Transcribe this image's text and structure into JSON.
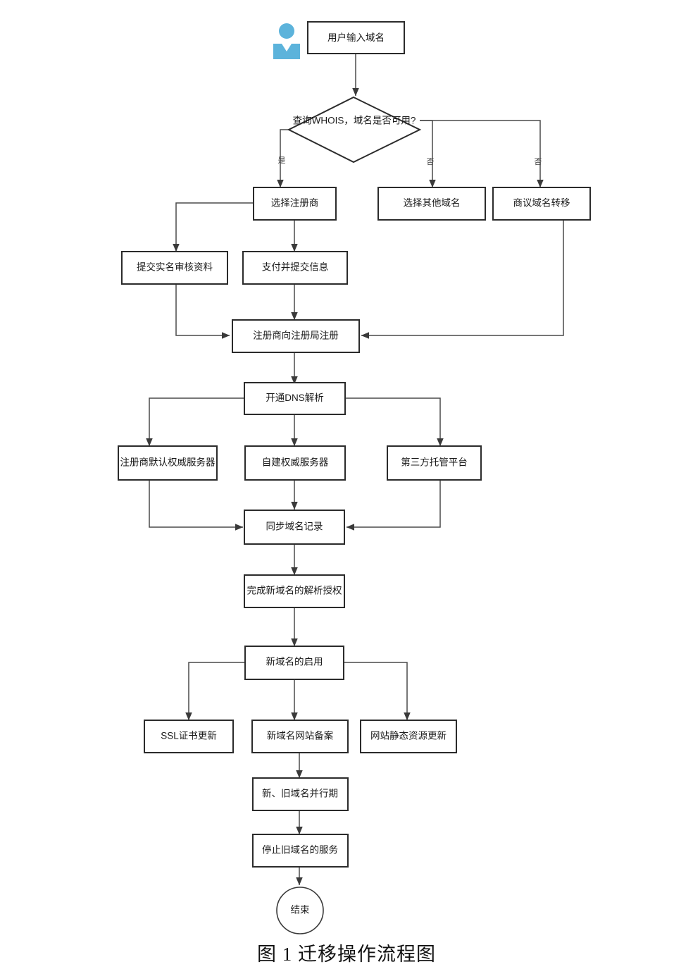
{
  "diagram": {
    "title": "迁移操作流程图",
    "caption": "图 1 迁移操作流程图",
    "actor_icon": "user-person-icon",
    "accent_color": "#5cb3db",
    "line_color": "#4a4a4a",
    "node_border_color": "#2b2b2b",
    "nodes": {
      "user_input": "用户输入域名",
      "whois_decision": "查询WHOIS，域名是否可用?",
      "choose_registrar": "选择注册商",
      "choose_other_domain": "选择其他域名",
      "negotiate_transfer": "商议域名转移",
      "submit_realname": "提交实名审核资料",
      "pay_submit_info": "支付并提交信息",
      "registrar_register": "注册商向注册局注册",
      "enable_dns": "开通DNS解析",
      "registrar_default_ns": "注册商默认权威服务器",
      "self_hosted_ns": "自建权威服务器",
      "third_party_platform": "第三方托管平台",
      "sync_records": "同步域名记录",
      "finish_delegation": "完成新域名的解析授权",
      "enable_new_domain": "新域名的启用",
      "ssl_update": "SSL证书更新",
      "icp_filing": "新域名网站备案",
      "static_assets_update": "网站静态资源更新",
      "parallel_period": "新、旧域名并行期",
      "stop_old_domain": "停止旧域名的服务",
      "end": "结束"
    },
    "edge_labels": {
      "yes": "是",
      "no_other_domain": "否",
      "no_transfer": "否"
    }
  }
}
